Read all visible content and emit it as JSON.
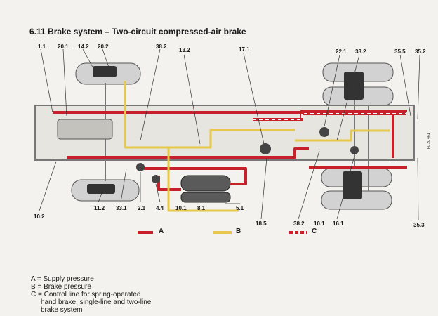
{
  "title": "6.11  Brake system – Two-circuit compressed-air brake",
  "colors": {
    "supply": "#c8202a",
    "brake": "#e6c84a",
    "chassis": "#9a9a9a",
    "tyre": "#cfcfcf"
  },
  "labels": {
    "l_1_1": "1.1",
    "l_20_1": "20.1",
    "l_14_2": "14.2",
    "l_20_2": "20.2",
    "l_38_2a": "38.2",
    "l_13_2": "13.2",
    "l_17_1": "17.1",
    "l_22_1": "22.1",
    "l_38_2b": "38.2",
    "l_35_5": "35.5",
    "l_35_2": "35.2",
    "l_10_2": "10.2",
    "l_11_2": "11.2",
    "l_33_1": "33.1",
    "l_2_1": "2.1",
    "l_4_4": "4.4",
    "l_10_1a": "10.1",
    "l_8_1": "8.1",
    "l_5_1": "5.1",
    "l_18_5": "18.5",
    "l_38_2c": "38.2",
    "l_10_1b": "10.1",
    "l_16_1": "16.1",
    "l_35_3": "35.3"
  },
  "legend": {
    "a": "A",
    "b": "B",
    "c": "C"
  },
  "key": {
    "a": "A = Supply pressure",
    "b": "B = Brake pressure",
    "c1": "C = Control line for spring-operated",
    "c2": "hand brake, single-line and two-line",
    "c3": "brake system"
  },
  "figure_code": "F0 20 461"
}
